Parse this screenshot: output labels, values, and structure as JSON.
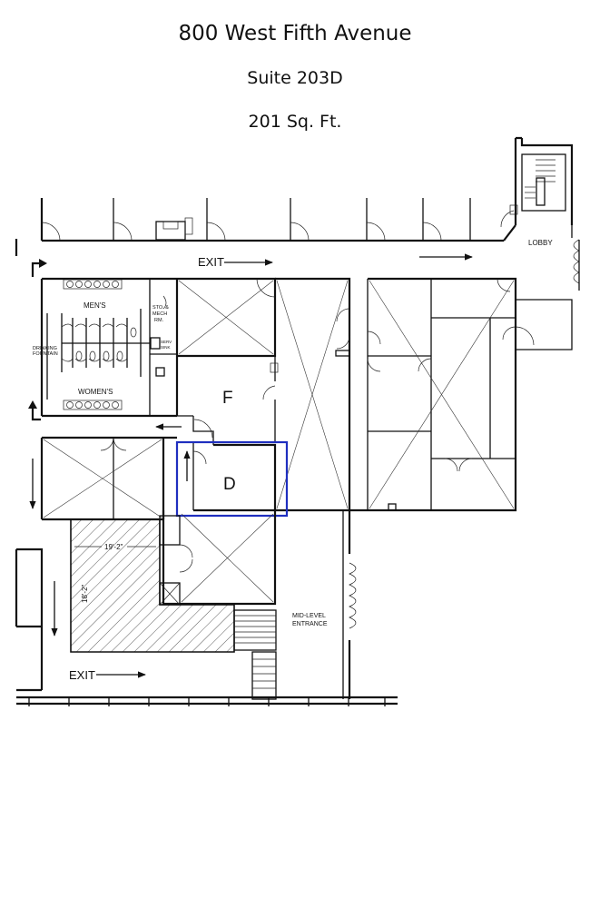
{
  "header": {
    "address": "800 West Fifth Avenue",
    "suite": "Suite 203D",
    "area": "201 Sq. Ft."
  },
  "plan": {
    "exit_top": "EXIT",
    "exit_bottom": "EXIT",
    "lobby": "LOBBY",
    "mens": "MEN'S",
    "womens": "WOMEN'S",
    "drinking_fountain_1": "DRINKING",
    "drinking_fountain_2": "FOUNTAIN",
    "stor_mech_1": "STO. &",
    "stor_mech_2": "MECH",
    "stor_mech_3": "RM.",
    "janitor_1": "SERV",
    "janitor_2": "SINK",
    "suite_f": "F",
    "suite_d": "D",
    "dim_horizontal": "19'-2\"",
    "dim_vertical": "18'-2\"",
    "mid_level_1": "MID-LEVEL",
    "mid_level_2": "ENTRANCE",
    "highlight_color": "#1f2fbf"
  }
}
